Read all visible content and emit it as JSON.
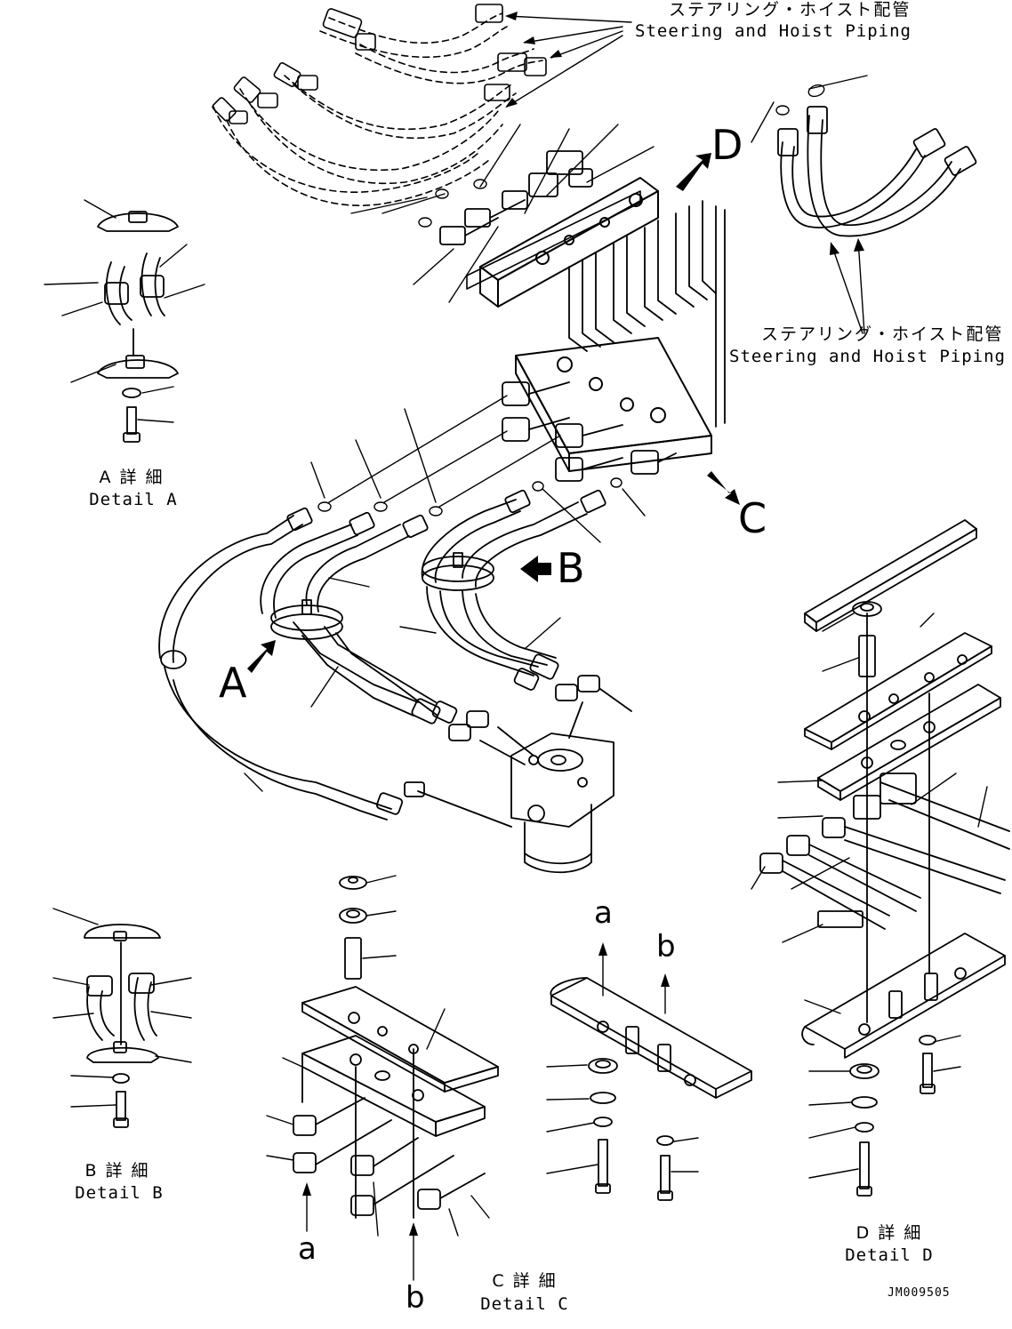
{
  "piping_labels": [
    {
      "jp": "ステアリング・ホイスト配管",
      "en": "Steering and Hoist Piping"
    },
    {
      "jp": "ステアリング・ホイスト配管",
      "en": "Steering and Hoist Piping"
    }
  ],
  "view_arrows": {
    "a": "A",
    "b": "B",
    "c": "C",
    "d": "D"
  },
  "details": {
    "a": {
      "jp": "A 詳 細",
      "en": "Detail A"
    },
    "b": {
      "jp": "B 詳 細",
      "en": "Detail B"
    },
    "c": {
      "jp": "C 詳 細",
      "en": "Detail C"
    },
    "d": {
      "jp": "D 詳 細",
      "en": "Detail D"
    }
  },
  "detail_letters": {
    "a": "a",
    "b": "b"
  },
  "drawing_id": "JM009505",
  "colors": {
    "line": "#000000",
    "background": "#ffffff"
  }
}
